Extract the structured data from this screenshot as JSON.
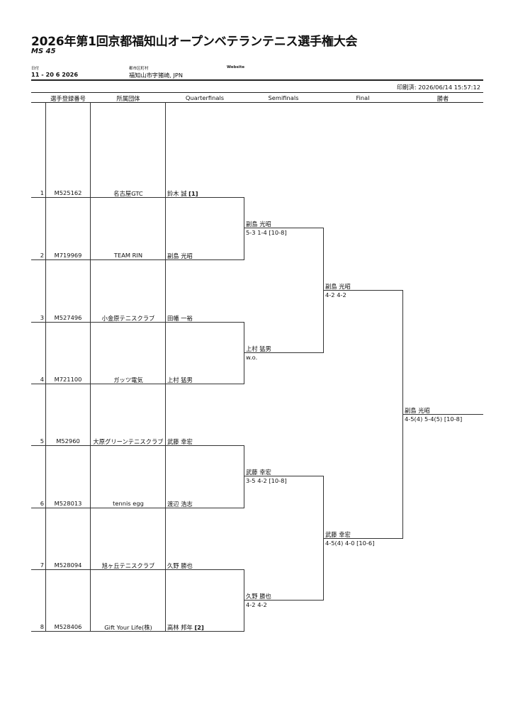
{
  "header": {
    "title": "2026年第1回京都福知山オープンベテランテニス選手権大会",
    "subtitle": "MS 45",
    "date_label": "日付",
    "date_value": "11 - 20 6 2026",
    "city_label": "都市区町村",
    "city_value": "福知山市字猪崎, JPN",
    "website_label": "Website",
    "printed": "印刷済: 2026/06/14 15:57:12"
  },
  "columns": {
    "reg_no": "選手登録番号",
    "club": "所属団体",
    "qf": "Quarterfinals",
    "sf": "Semifinals",
    "final": "Final",
    "winner": "勝者"
  },
  "entries": [
    {
      "num": "1",
      "id": "M525162",
      "club": "名古屋GTC",
      "name": "鈴木 誠",
      "seed": "[1]"
    },
    {
      "num": "2",
      "id": "M719969",
      "club": "TEAM RIN",
      "name": "副島 光昭",
      "seed": ""
    },
    {
      "num": "3",
      "id": "M527496",
      "club": "小金原テニスクラブ",
      "name": "田幡 一裕",
      "seed": ""
    },
    {
      "num": "4",
      "id": "M721100",
      "club": "ガッツ電気",
      "name": "上村 猛男",
      "seed": ""
    },
    {
      "num": "5",
      "id": "M52960",
      "club": "大原グリーンテニスクラブ",
      "name": "武藤 幸宏",
      "seed": ""
    },
    {
      "num": "6",
      "id": "M528013",
      "club": "tennis egg",
      "name": "渡辺 浩志",
      "seed": ""
    },
    {
      "num": "7",
      "id": "M528094",
      "club": "旭ヶ丘テニスクラブ",
      "name": "久野 勝也",
      "seed": ""
    },
    {
      "num": "8",
      "id": "M528406",
      "club": "Gift Your Life(株)",
      "name": "高林 邦年",
      "seed": "[2]"
    }
  ],
  "semifinalists": [
    {
      "name": "副島 光昭",
      "score": "5-3 1-4 [10-8]"
    },
    {
      "name": "上村 猛男",
      "score": "w.o."
    },
    {
      "name": "武藤 幸宏",
      "score": "3-5 4-2 [10-8]"
    },
    {
      "name": "久野 勝也",
      "score": "4-2 4-2"
    }
  ],
  "finalists": [
    {
      "name": "副島 光昭",
      "score": "4-2 4-2"
    },
    {
      "name": "武藤 幸宏",
      "score": "4-5(4) 4-0 [10-6]"
    }
  ],
  "winner": {
    "name": "副島 光昭",
    "score": "4-5(4) 5-4(5) [10-8]"
  }
}
